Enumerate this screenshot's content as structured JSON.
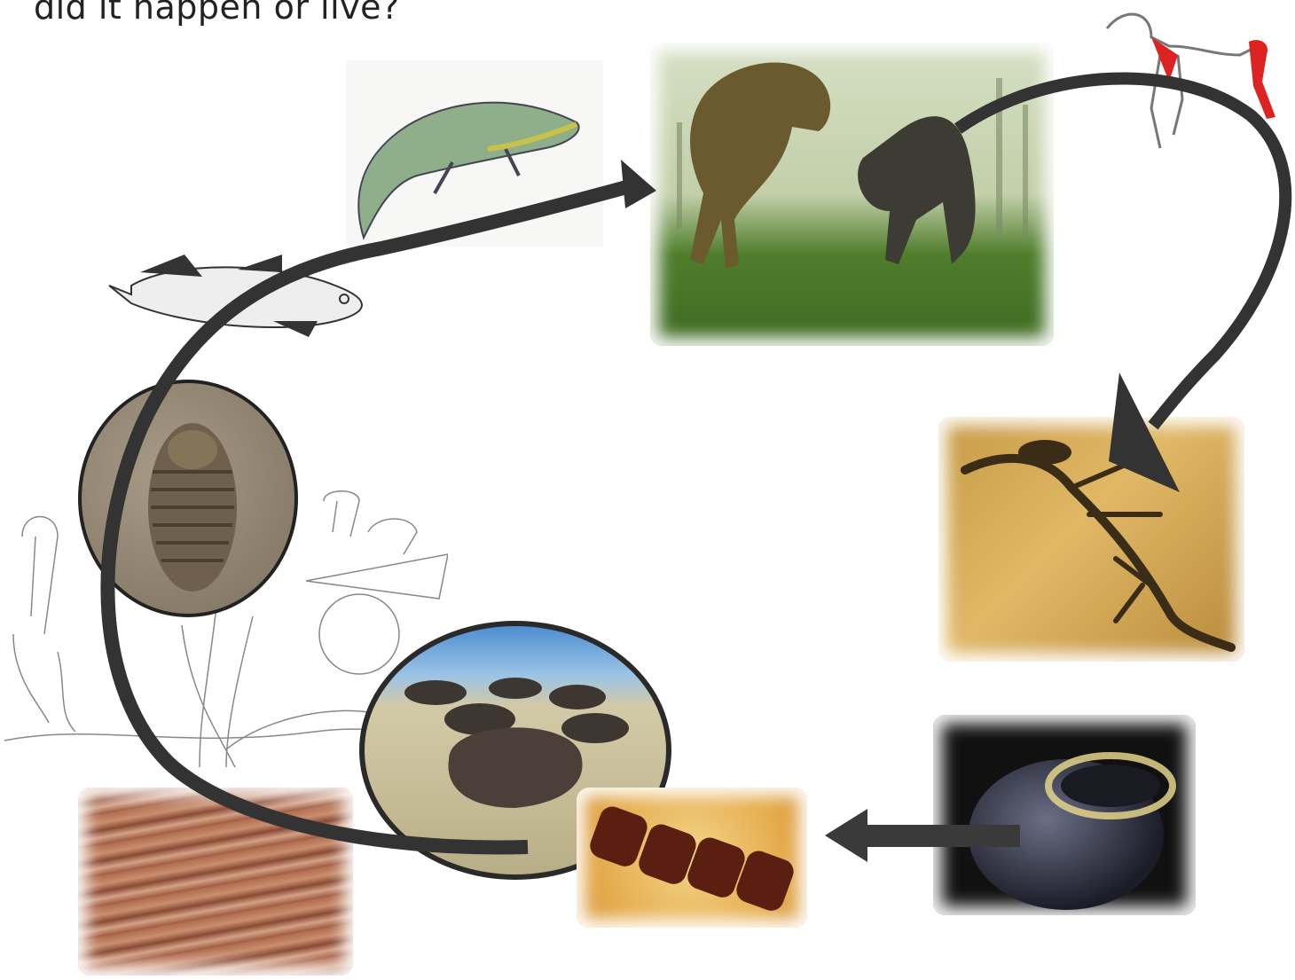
{
  "title": "did it happen or live?",
  "images": [
    {
      "name": "banded-iron-rock",
      "subject": "banded iron formation rock"
    },
    {
      "name": "stromatolites",
      "subject": "stromatolites in shallow water"
    },
    {
      "name": "cyanobacteria-chain",
      "subject": "fossil bacteria cell chain"
    },
    {
      "name": "early-earth",
      "subject": "early earth planet"
    },
    {
      "name": "ediacaran-sea-life",
      "subject": "sketch of early sea life"
    },
    {
      "name": "trilobite-fossil",
      "subject": "trilobite fossil"
    },
    {
      "name": "lobe-finned-fish",
      "subject": "ancient fish sketch"
    },
    {
      "name": "early-tetrapod",
      "subject": "early amphibian"
    },
    {
      "name": "dinosaurs",
      "subject": "tyrannosaurus and triceratops"
    },
    {
      "name": "bird-skeleton",
      "subject": "feathered dinosaur skeleton"
    },
    {
      "name": "mammal-fossil",
      "subject": "early mammal fossil"
    }
  ]
}
